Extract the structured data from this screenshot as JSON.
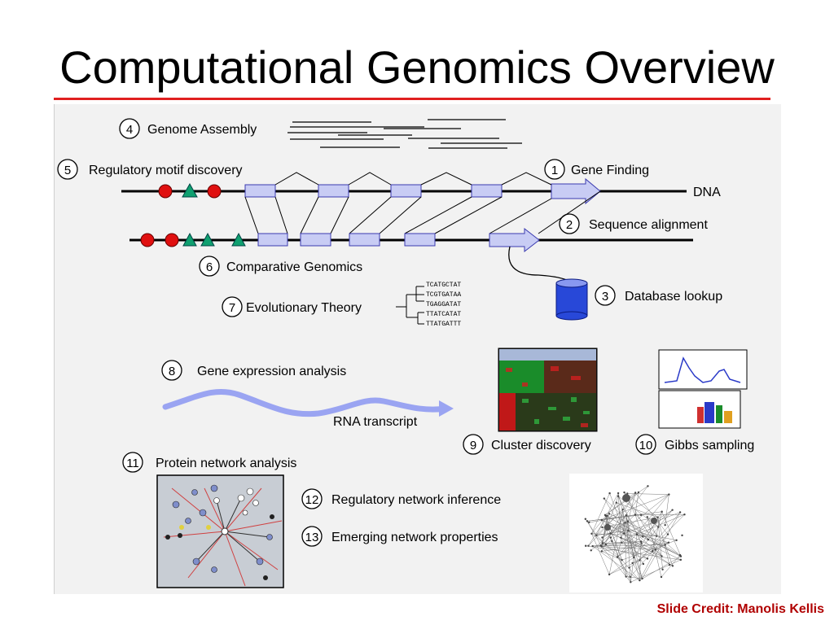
{
  "title": "Computational Genomics Overview",
  "credit": "Slide Credit: Manolis Kellis",
  "topics": [
    {
      "num": "1",
      "label": "Gene Finding"
    },
    {
      "num": "2",
      "label": "Sequence alignment"
    },
    {
      "num": "3",
      "label": "Database lookup"
    },
    {
      "num": "4",
      "label": "Genome Assembly"
    },
    {
      "num": "5",
      "label": "Regulatory motif discovery"
    },
    {
      "num": "6",
      "label": "Comparative Genomics"
    },
    {
      "num": "7",
      "label": "Evolutionary Theory"
    },
    {
      "num": "8",
      "label": "Gene expression analysis"
    },
    {
      "num": "9",
      "label": "Cluster discovery"
    },
    {
      "num": "10",
      "label": "Gibbs sampling"
    },
    {
      "num": "11",
      "label": "Protein network analysis"
    },
    {
      "num": "12",
      "label": "Regulatory network inference"
    },
    {
      "num": "13",
      "label": "Emerging network properties"
    }
  ],
  "dna_label": "DNA",
  "rna_label": "RNA transcript",
  "sequences": [
    "TCATGCTAT",
    "TCGTGATAA",
    "TGAGGATAT",
    "TTATCATAT",
    "TTATGATTT"
  ],
  "colors": {
    "exon_fill": "#c8ccf4",
    "exon_stroke": "#3a3ab0",
    "motif_red": "#e01010",
    "motif_green": "#10a070",
    "rna": "#9aa4f2",
    "database": "#2848d8",
    "accent_rule": "#e02020",
    "credit": "#b00000"
  }
}
